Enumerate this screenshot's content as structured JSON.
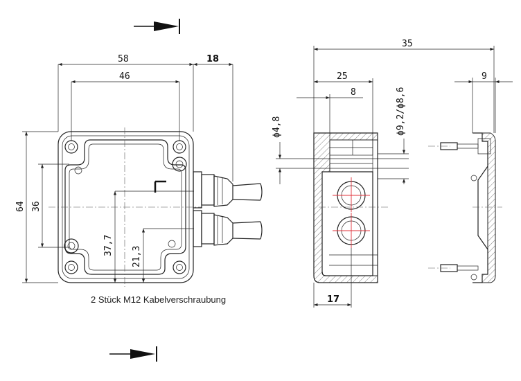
{
  "dimensions": {
    "width_58": "58",
    "width_46": "46",
    "gland_18": "18",
    "height_64": "64",
    "height_36": "36",
    "pos_37_7": "37,7",
    "pos_21_3": "21,3",
    "depth_35": "35",
    "depth_25": "25",
    "depth_8": "8",
    "dia_48": "ϕ4,8",
    "dia_92_86": "ϕ9,2/ϕ8,6",
    "lid_9": "9",
    "base_17": "17"
  },
  "caption": "2 Stück M12 Kabelverschraubung",
  "symbols": {
    "section_arrow_top": "view-arrow-icon",
    "section_arrow_bottom": "view-arrow-icon"
  },
  "colors": {
    "line": "#222222",
    "centerline_red": "#e0303a"
  }
}
